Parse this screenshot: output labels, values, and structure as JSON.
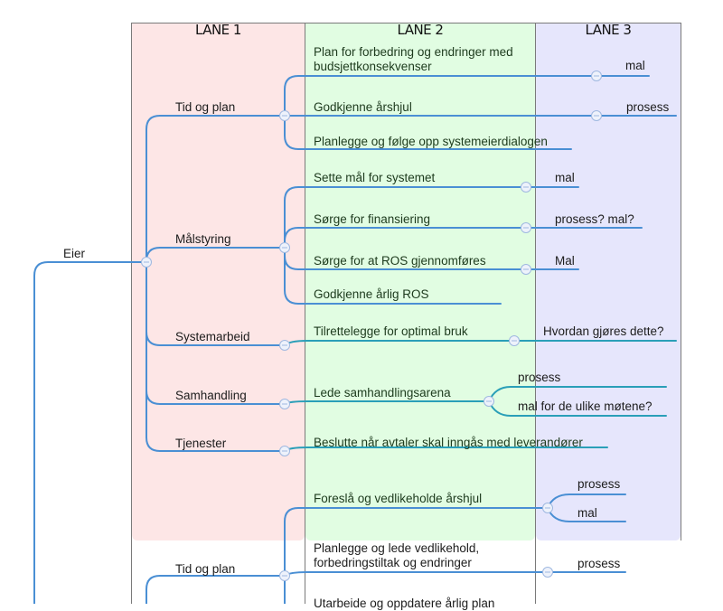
{
  "lanes": [
    {
      "title": "LANE 1",
      "color": "#fde6e6"
    },
    {
      "title": "LANE 2",
      "color": "#e1fde2"
    },
    {
      "title": "LANE 3",
      "color": "#e6e6fc"
    }
  ],
  "root": {
    "label": "Eier"
  },
  "nodes": {
    "tid_og_plan": "Tid og plan",
    "malstyring": "Målstyring",
    "systemarbeid": "Systemarbeid",
    "samhandling": "Samhandling",
    "tjenester": "Tjenester",
    "tid_og_plan_2": "Tid og plan"
  },
  "tasks": {
    "plan_forbedring_1": "Plan for forbedring og endringer med",
    "plan_forbedring_2": "budsjettkonsekvenser",
    "godkjenne_arshjul": "Godkjenne årshjul",
    "planlegge_systemeier": "Planlegge og følge opp systemeierdialogen",
    "sette_mal": "Sette mål for systemet",
    "sorge_finansiering": "Sørge for finansiering",
    "sorge_ros": "Sørge for at ROS gjennomføres",
    "godkjenne_ros": "Godkjenne årlig ROS",
    "tilrettelegge": "Tilrettelegge for optimal bruk",
    "lede_samhandling": "Lede samhandlingsarena",
    "beslutte_avtaler": "Beslutte når avtaler skal inngås med leverandører",
    "foresla_arshjul": "Foreslå og vedlikeholde årshjul",
    "planlegge_vedlikehold_1": "Planlegge og lede vedlikehold,",
    "planlegge_vedlikehold_2": "forbedringstiltak og endringer",
    "utarbeide_plan": "Utarbeide og oppdatere årlig plan"
  },
  "outputs": {
    "o1": "mal",
    "o2": "prosess",
    "o3": "mal",
    "o4": "prosess? mal?",
    "o5": "Mal",
    "o6": "Hvordan gjøres dette?",
    "o7": "prosess",
    "o8": "mal for de ulike møtene?",
    "o9": "prosess",
    "o10": "mal",
    "o11": "prosess"
  },
  "colors": {
    "branch_blue": "#4a8fd4",
    "branch_teal": "#2a9fb8",
    "lane_border": "#7a7a7a"
  }
}
